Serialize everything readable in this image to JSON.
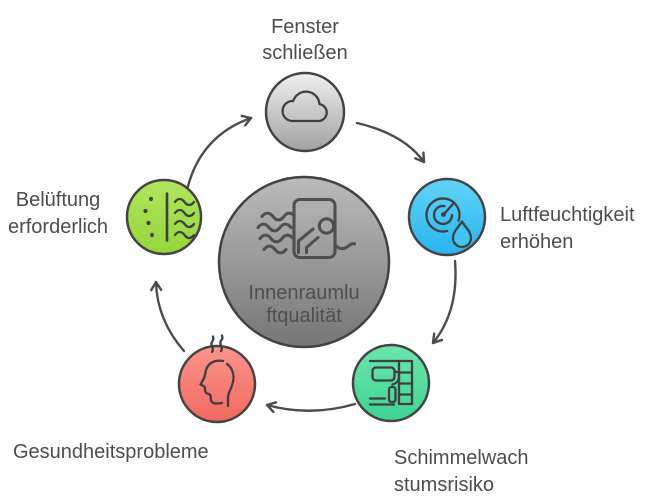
{
  "diagram": {
    "title": "Innenraumluftqualität cycle",
    "center": {
      "line1": "Innenraumlu",
      "line2": "ftqualität",
      "icon": "air-through-door-icon"
    },
    "nodes": {
      "close_windows": {
        "line1": "Fenster",
        "line2": "schließen",
        "icon": "cloud-icon"
      },
      "increase_humidity": {
        "line1": "Luftfeuchtigkeit",
        "line2": "erhöhen",
        "icon": "humidity-gauge-droplet-icon"
      },
      "mold_risk": {
        "line1": "Schimmelwach",
        "line2": "stumsrisiko",
        "icon": "paint-roller-wall-icon"
      },
      "health_problems": {
        "line1": "Gesundheitsprobleme",
        "icon": "head-odor-icon"
      },
      "ventilation": {
        "line1": "Belüftung",
        "line2": "erforderlich",
        "icon": "air-filter-icon"
      }
    }
  },
  "colors": {
    "background": "#ffffff",
    "text": "#4d4d4d",
    "center_text": "#4f4f4f",
    "outline": "#434343",
    "arrow": "#4c4c4c",
    "icon_stroke": "#3f3f3f",
    "center_icon_stroke": "#4f4f4f",
    "center_top": "#bbbbbb",
    "center_bottom": "#767676",
    "gray_top": "#efefef",
    "gray_bottom": "#a2a2a2",
    "blue_top": "#60d3f7",
    "blue_bottom": "#28b5ef",
    "blue_mid": "#3fc5f3",
    "green_top": "#6ce6ac",
    "green_bottom": "#3ed492",
    "red_top": "#fa958e",
    "red_bottom": "#f1685e",
    "lime_top": "#b3e45d",
    "lime_bottom": "#95d63a"
  }
}
